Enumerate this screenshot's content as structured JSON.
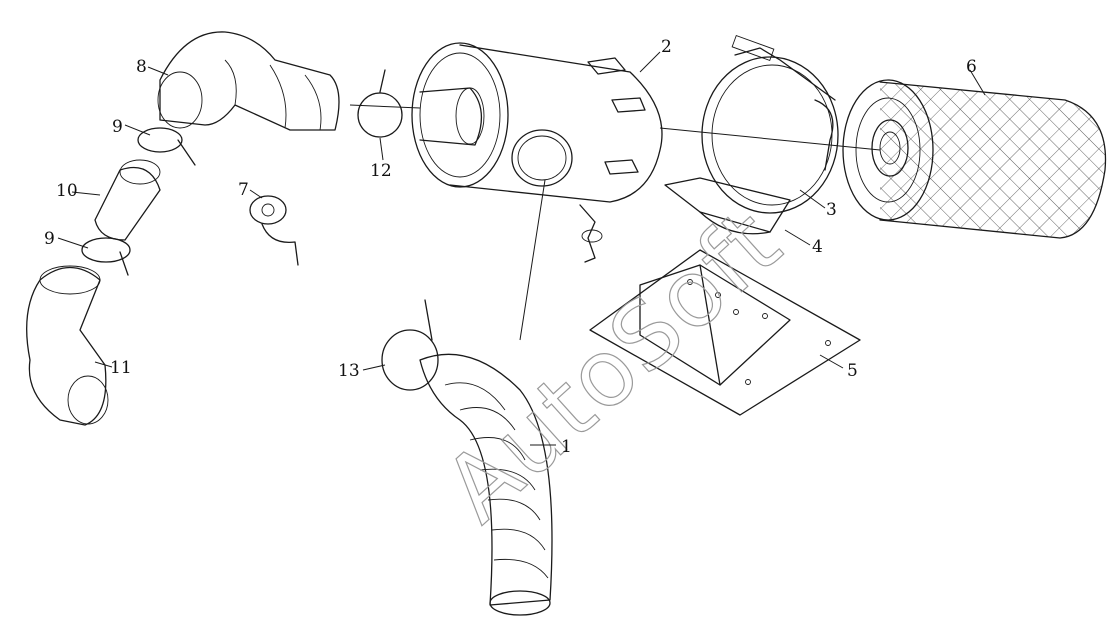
{
  "watermark": "AutoSoft",
  "callouts": {
    "c1": "1",
    "c2": "2",
    "c3": "3",
    "c4": "4",
    "c5": "5",
    "c6": "6",
    "c7": "7",
    "c8": "8",
    "c9a": "9",
    "c9b": "9",
    "c10": "10",
    "c11": "11",
    "c12": "12",
    "c13": "13"
  },
  "colors": {
    "ink": "#1a1a1a",
    "watermark": "#9a9a9a",
    "background": "#ffffff"
  }
}
